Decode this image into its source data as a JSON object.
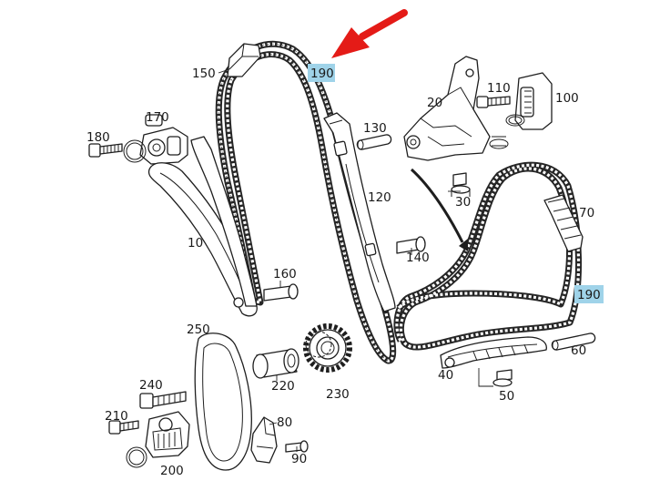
{
  "labels": {
    "chain_upper": "190",
    "chain_lower": "190",
    "p150": "150",
    "p170": "170",
    "p180": "180",
    "p130": "130",
    "p120": "120",
    "p20": "20",
    "p110": "110",
    "p100": "100",
    "p30": "30",
    "p70": "70",
    "p10": "10",
    "p140": "140",
    "p160": "160",
    "p250": "250",
    "p220": "220",
    "p230": "230",
    "p240": "240",
    "p210": "210",
    "p200": "200",
    "p80": "80",
    "p90": "90",
    "p40": "40",
    "p50": "50",
    "p60": "60"
  },
  "colors": {
    "highlight": "#9fd3e9",
    "arrow_red": "#e41b17",
    "line": "#1e1e1e"
  }
}
